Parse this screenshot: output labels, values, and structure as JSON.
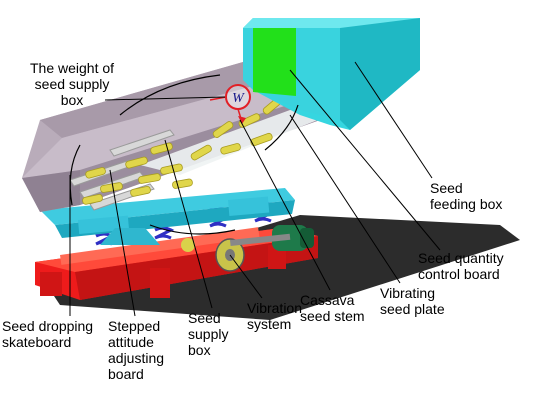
{
  "labels": {
    "weight": "The weight of\nseed supply\nbox",
    "weight_symbol": "W",
    "feeding_box": "Seed\nfeeding box",
    "quantity_board": "Seed quantity\ncontrol board",
    "vibrating_plate": "Vibrating\nseed plate",
    "seed_stem": "Cassava\nseed stem",
    "vibration_system": "Vibration\nsystem",
    "supply_box": "Seed\nsupply\nbox",
    "stepped_board": "Stepped\nattitude\nadjusting\nboard",
    "dropping_skateboard": "Seed dropping\nskateboard"
  },
  "colors": {
    "feeding_box": "#36d6e0",
    "feeding_box_dark": "#1fb8c4",
    "gate": "#22e01a",
    "supply_box": "#b9acba",
    "supply_box_dark": "#8f8192",
    "plate": "#eef3f3",
    "frame": "#39c7de",
    "base": "#ee1b1b",
    "base_dark": "#b81010",
    "spring": "#3a3ac8",
    "motor": "#1e7a4a",
    "stem": "#e0d64a",
    "shadow": "#2a2a2a",
    "weight_circle": "#e21f26"
  }
}
